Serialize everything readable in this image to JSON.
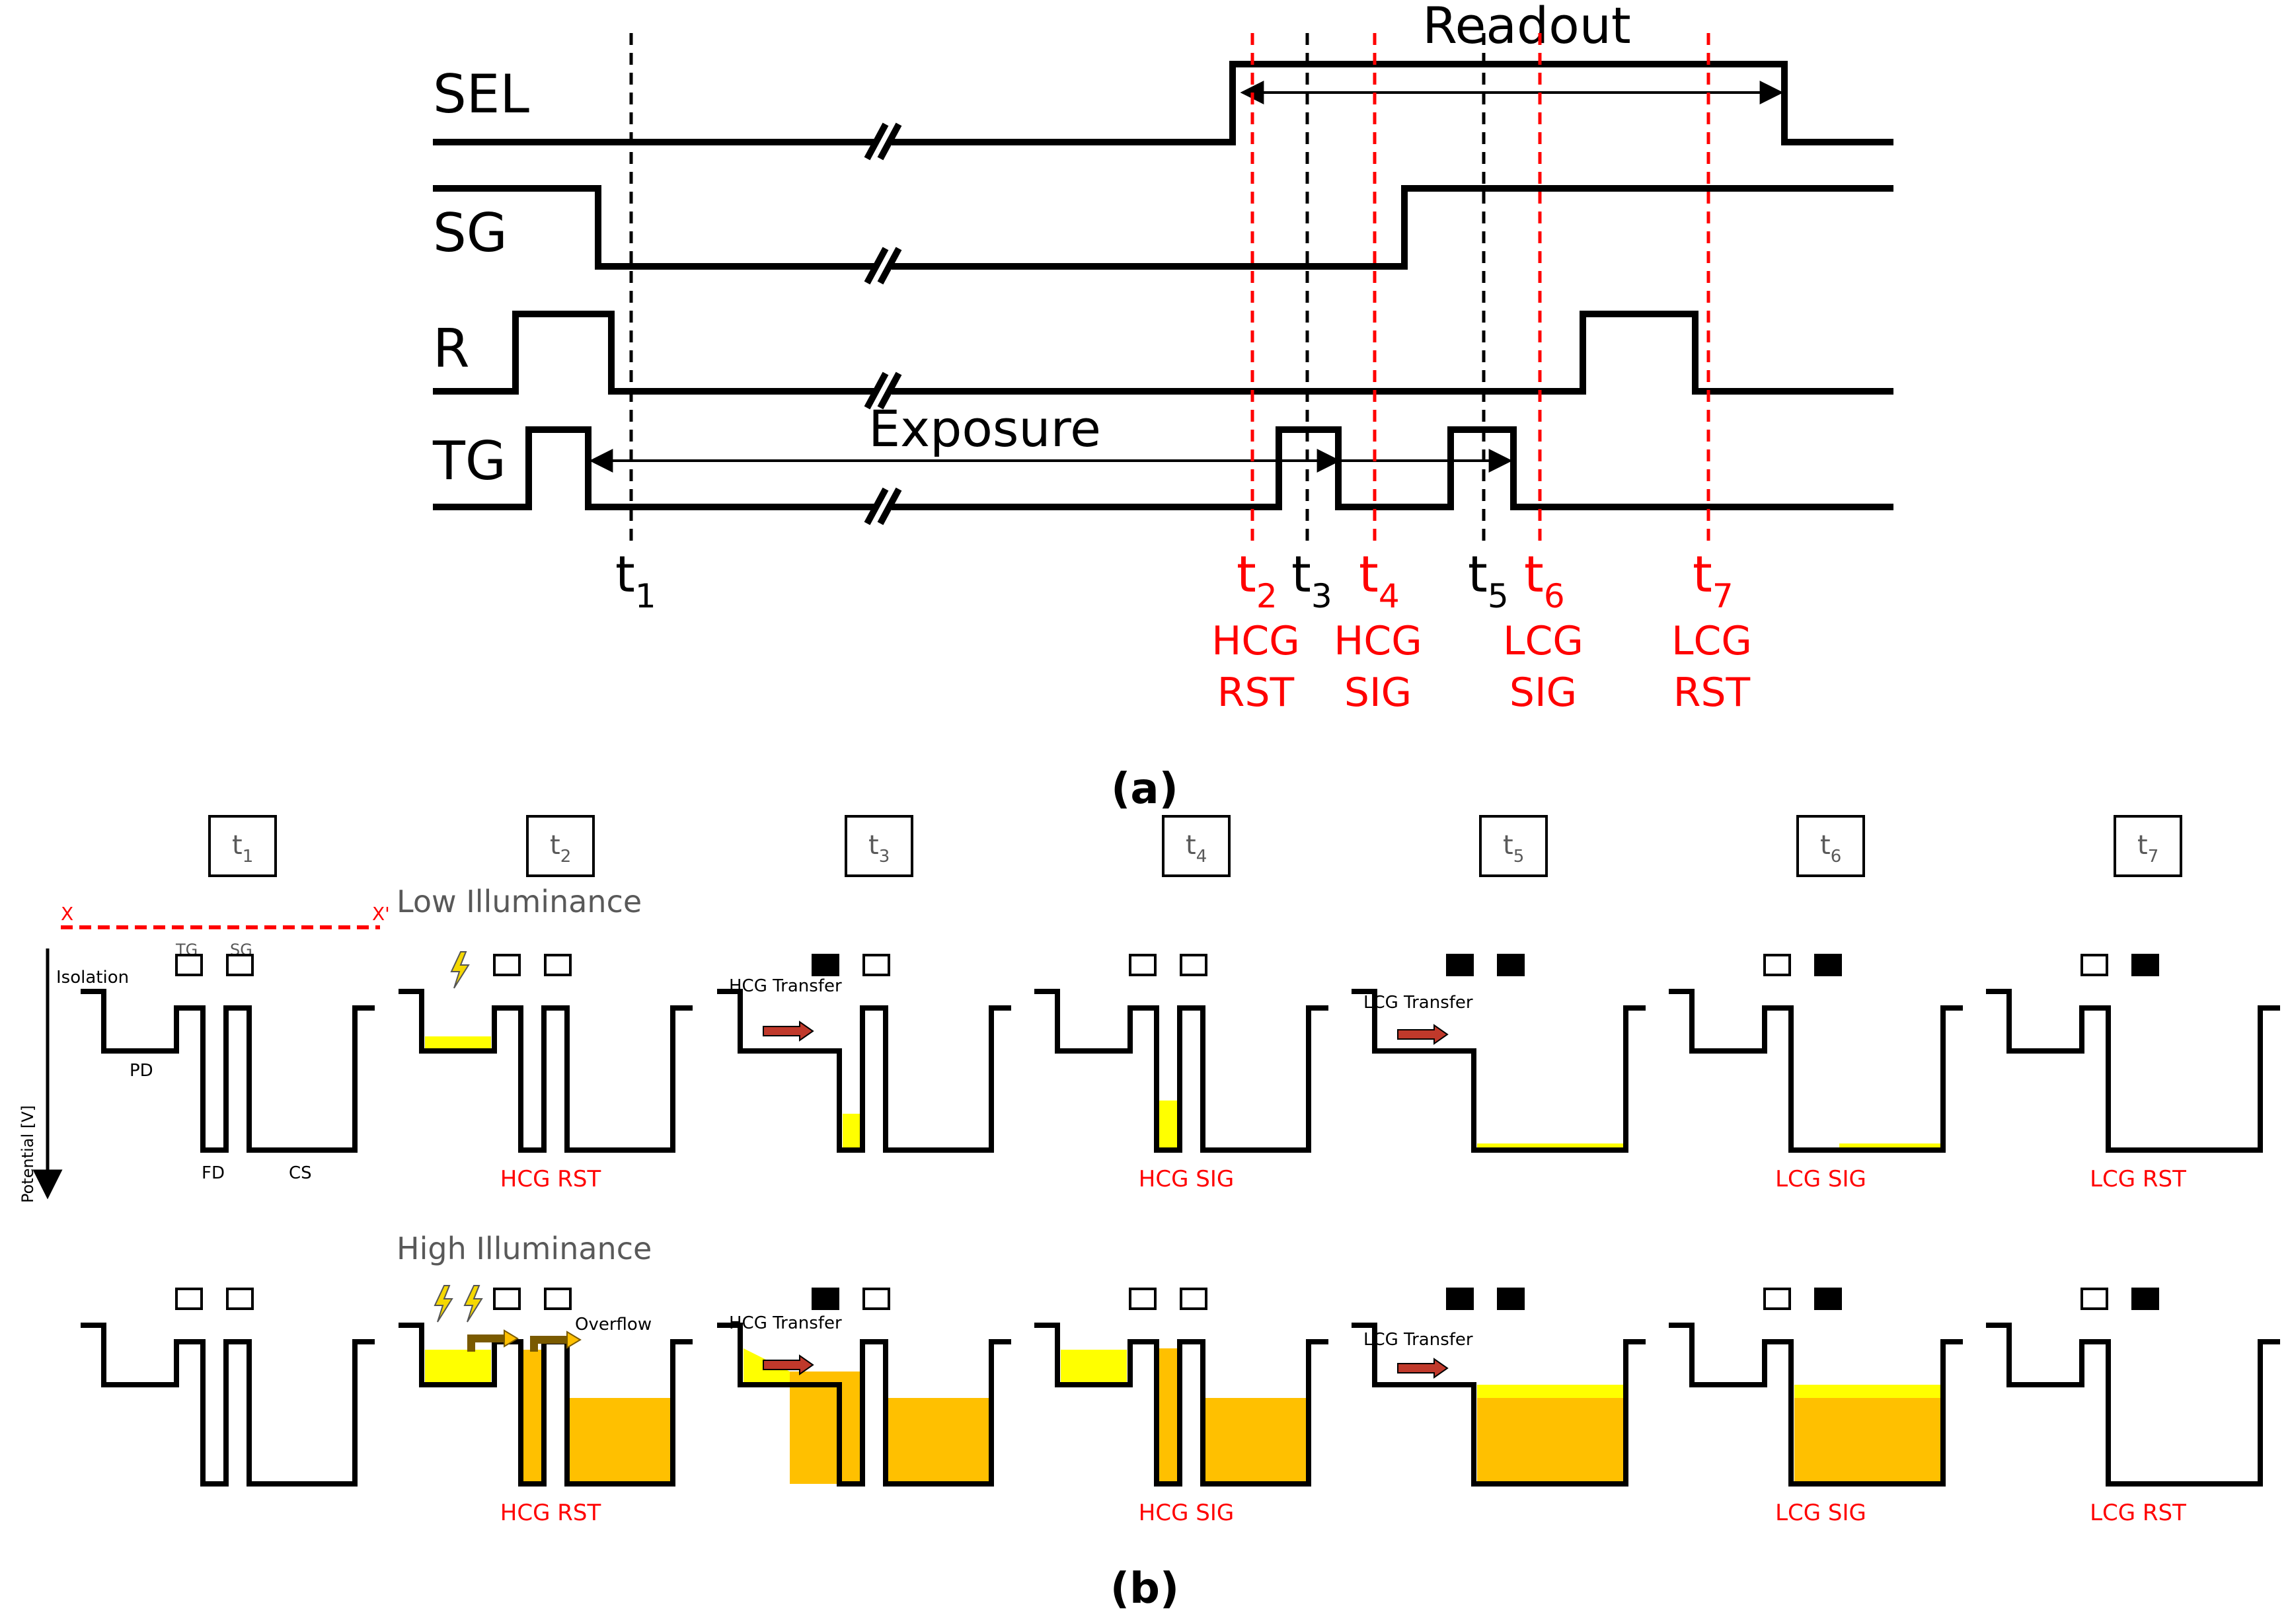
{
  "colors": {
    "signal": "#000000",
    "marker_red": "#ff0000",
    "marker_black": "#000000",
    "charge_yellow": "#ffff00",
    "charge_orange": "#ffc000",
    "arrow_red": "#c0392b",
    "caption_gray": "#595959"
  },
  "timing": {
    "title_readout": "Readout",
    "title_exposure": "Exposure",
    "signals": [
      {
        "name": "SEL"
      },
      {
        "name": "SG"
      },
      {
        "name": "R"
      },
      {
        "name": "TG"
      }
    ],
    "markers": [
      {
        "id": "t1",
        "base": "t",
        "sub": "1",
        "color": "black",
        "line1": "",
        "line2": ""
      },
      {
        "id": "t2",
        "base": "t",
        "sub": "2",
        "color": "red",
        "line1": "HCG",
        "line2": "RST"
      },
      {
        "id": "t3",
        "base": "t",
        "sub": "3",
        "color": "black",
        "line1": "",
        "line2": ""
      },
      {
        "id": "t4",
        "base": "t",
        "sub": "4",
        "color": "red",
        "line1": "HCG",
        "line2": "SIG"
      },
      {
        "id": "t5",
        "base": "t",
        "sub": "5",
        "color": "black",
        "line1": "",
        "line2": ""
      },
      {
        "id": "t6",
        "base": "t",
        "sub": "6",
        "color": "red",
        "line1": "LCG",
        "line2": "SIG"
      },
      {
        "id": "t7",
        "base": "t",
        "sub": "7",
        "color": "red",
        "line1": "LCG",
        "line2": "RST"
      }
    ],
    "caption_a": "(a)"
  },
  "potential": {
    "caption_b": "(b)",
    "low_title": "Low Illuminance",
    "high_title": "High Illuminance",
    "section_x": "X",
    "section_x_prime": "X'",
    "axis_label": "Potential [V]",
    "region_labels": {
      "isolation": "Isolation",
      "pd": "PD",
      "fd": "FD",
      "cs": "CS",
      "tg": "TG",
      "sg": "SG"
    },
    "time_boxes": [
      {
        "base": "t",
        "sub": "1"
      },
      {
        "base": "t",
        "sub": "2"
      },
      {
        "base": "t",
        "sub": "3"
      },
      {
        "base": "t",
        "sub": "4"
      },
      {
        "base": "t",
        "sub": "5"
      },
      {
        "base": "t",
        "sub": "6"
      },
      {
        "base": "t",
        "sub": "7"
      }
    ],
    "panels": [
      {
        "label": "",
        "note": "",
        "tg_on": false,
        "sg_on": false,
        "mode": "separate"
      },
      {
        "label": "HCG RST",
        "note": "",
        "tg_on": false,
        "sg_on": false,
        "mode": "separate"
      },
      {
        "label": "",
        "note": "HCG Transfer",
        "tg_on": true,
        "sg_on": false,
        "mode": "tg"
      },
      {
        "label": "HCG SIG",
        "note": "",
        "tg_on": false,
        "sg_on": false,
        "mode": "separate"
      },
      {
        "label": "",
        "note": "LCG Transfer",
        "tg_on": true,
        "sg_on": true,
        "mode": "all"
      },
      {
        "label": "LCG SIG",
        "note": "",
        "tg_on": false,
        "sg_on": true,
        "mode": "sg"
      },
      {
        "label": "LCG RST",
        "note": "",
        "tg_on": false,
        "sg_on": true,
        "mode": "sg"
      }
    ],
    "overflow_label": "Overflow"
  }
}
